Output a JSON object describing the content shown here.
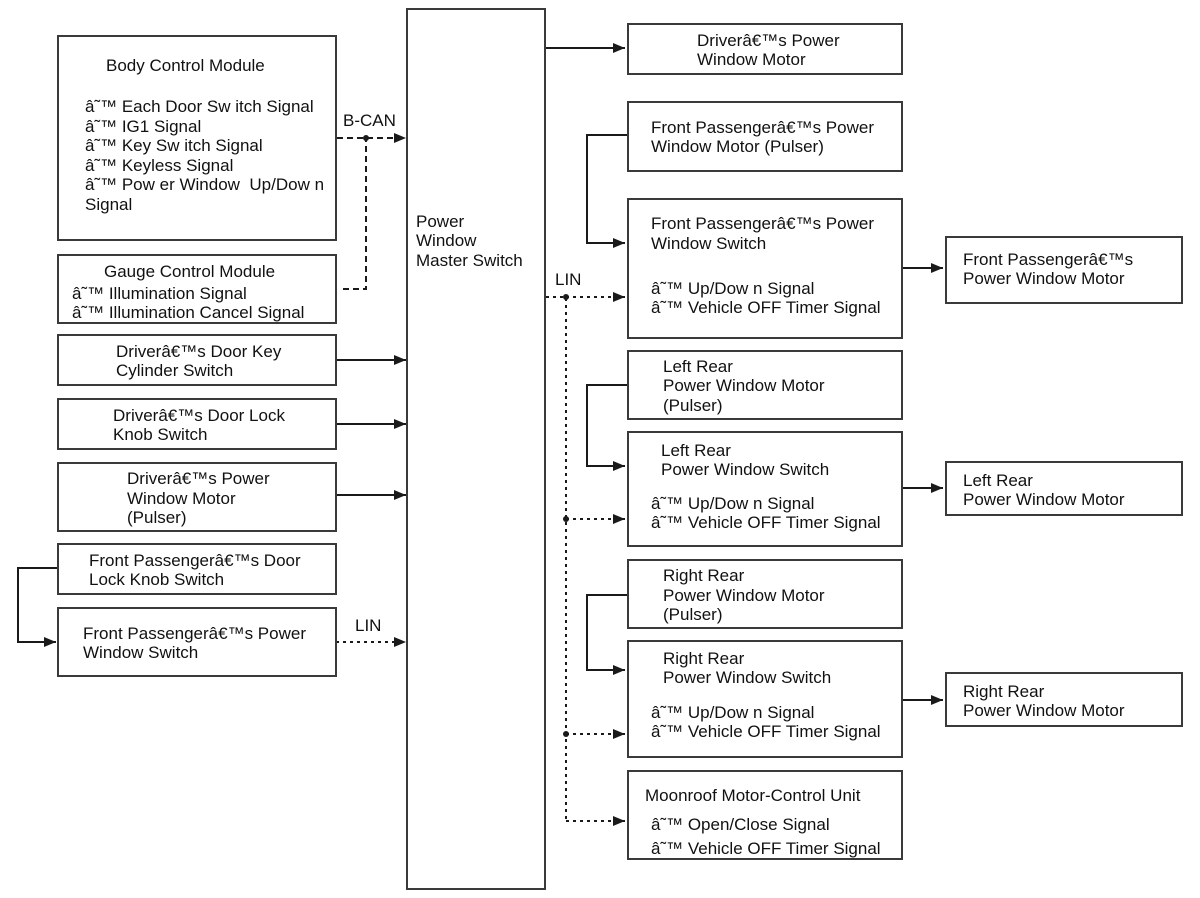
{
  "blocks": {
    "bcm": {
      "title": "Body Control Module",
      "line1": "â˜™ Each Door Sw itch Signal",
      "line2": "â˜™ IG1 Signal",
      "line3": "â˜™ Key Sw itch Signal",
      "line4": "â˜™ Keyless Signal",
      "line5": "â˜™ Pow er Window  Up/Dow n",
      "line6": "Signal"
    },
    "gauge": {
      "title": "Gauge Control Module",
      "line1": "â˜™ Illumination Signal",
      "line2": "â˜™ Illumination Cancel Signal"
    },
    "key_cyl": {
      "line1": "Driverâ€™s Door Key",
      "line2": "Cylinder Switch"
    },
    "lock_knob": {
      "line1": "Driverâ€™s Door Lock",
      "line2": "Knob Switch"
    },
    "drv_motor_pulser": {
      "line1": "Driverâ€™s Power",
      "line2": "Window Motor",
      "line3": "(Pulser)"
    },
    "fp_lock_knob": {
      "line1": "Front Passengerâ€™s Door",
      "line2": "Lock Knob Switch"
    },
    "fp_switch_left": {
      "line1": "Front Passengerâ€™s Power",
      "line2": "Window Switch"
    },
    "master": {
      "line1": "Power",
      "line2": "Window",
      "line3": "Master Switch"
    },
    "drv_motor": {
      "line1": "Driverâ€™s Power",
      "line2": "Window Motor"
    },
    "fp_motor_pulser": {
      "line1": "Front Passengerâ€™s Power",
      "line2": "Window Motor (Pulser)"
    },
    "fp_switch": {
      "line1": "Front Passengerâ€™s Power",
      "line2": "Window Switch",
      "line3": "â˜™ Up/Dow n Signal",
      "line4": "â˜™ Vehicle OFF Timer Signal"
    },
    "fp_motor": {
      "line1": "Front Passengerâ€™s",
      "line2": "Power Window Motor"
    },
    "lr_motor_pulser": {
      "line1": "Left Rear",
      "line2": "Power Window Motor",
      "line3": "(Pulser)"
    },
    "lr_switch": {
      "line1": "Left Rear",
      "line2": "Power Window Switch",
      "line3": "â˜™ Up/Dow n Signal",
      "line4": "â˜™ Vehicle OFF Timer Signal"
    },
    "lr_motor": {
      "line1": "Left Rear",
      "line2": "Power Window Motor"
    },
    "rr_motor_pulser": {
      "line1": "Right Rear",
      "line2": "Power Window Motor",
      "line3": "(Pulser)"
    },
    "rr_switch": {
      "line1": "Right Rear",
      "line2": "Power Window Switch",
      "line3": "â˜™ Up/Dow n Signal",
      "line4": "â˜™ Vehicle OFF Timer Signal"
    },
    "rr_motor": {
      "line1": "Right Rear",
      "line2": "Power Window Motor"
    },
    "moonroof": {
      "line1": "Moonroof Motor-Control Unit",
      "line2": "â˜™ Open/Close Signal",
      "line3": "â˜™ Vehicle OFF Timer Signal"
    }
  },
  "bus_labels": {
    "bcan": "B-CAN",
    "lin_left": "LIN",
    "lin_right": "LIN"
  },
  "colors": {
    "line": "#1a1a1a",
    "border": "#3a3a3a"
  }
}
